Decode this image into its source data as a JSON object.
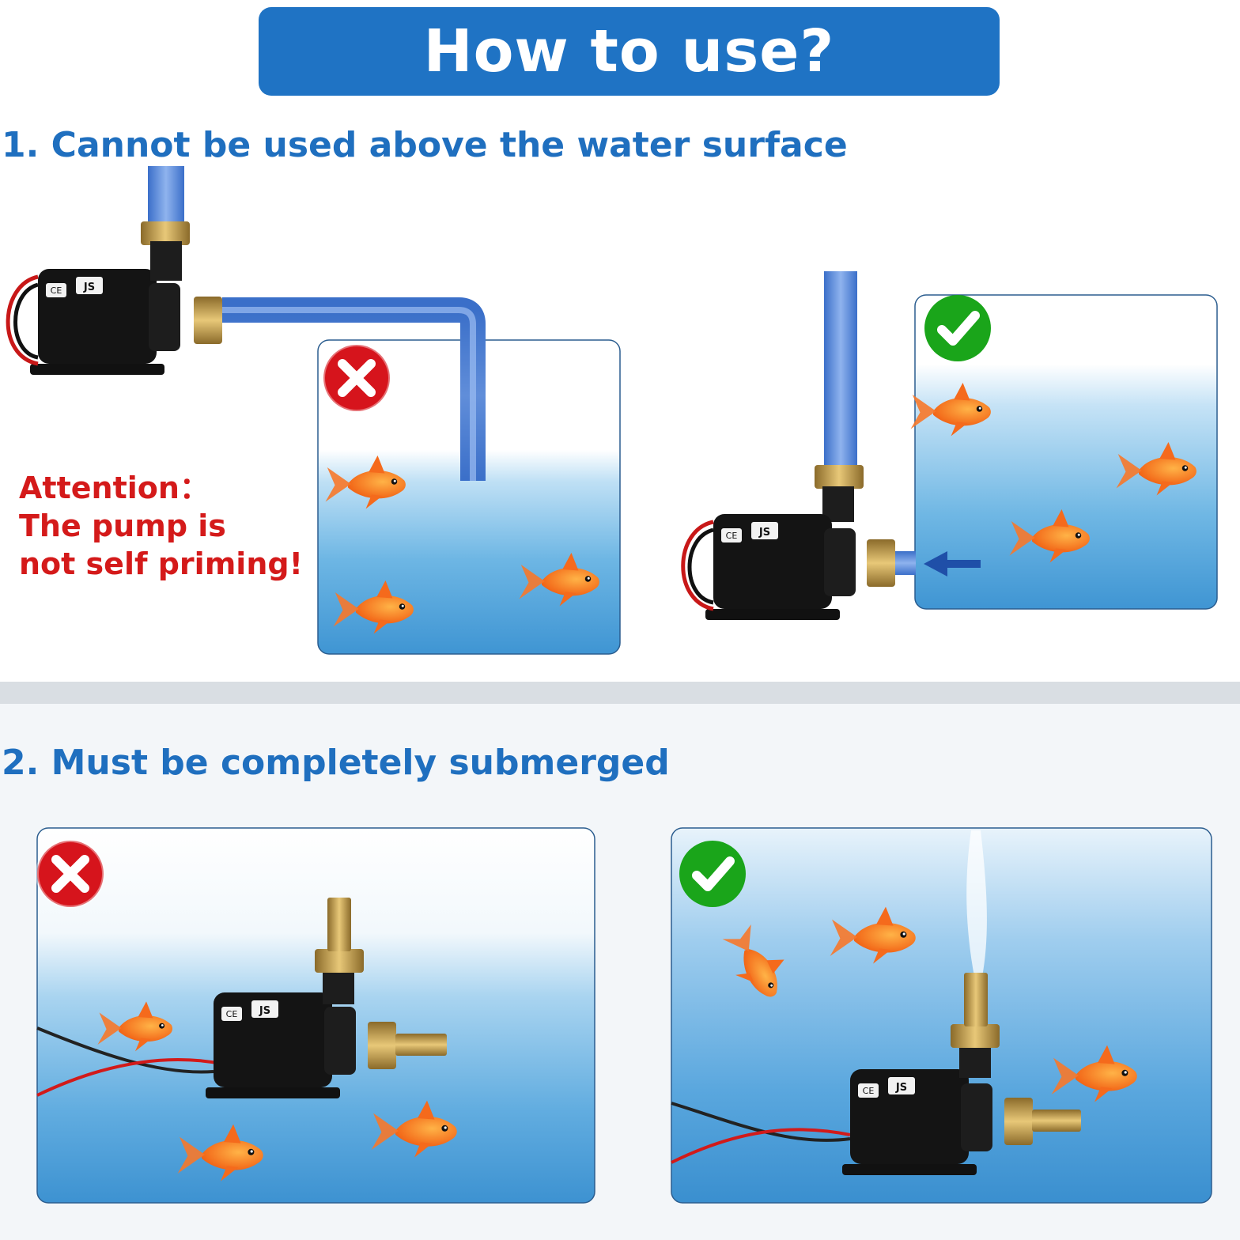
{
  "banner": {
    "title": "How to use?"
  },
  "section1": {
    "heading": "1. Cannot be used above the water surface"
  },
  "attention": {
    "line1": "Attention：",
    "line2": "The pump is",
    "line3": "not self priming!"
  },
  "section2": {
    "heading": "2. Must be completely submerged"
  },
  "pump_label": {
    "ce": "CE",
    "brand": "JS"
  },
  "colors": {
    "brand_blue": "#1f73c4",
    "heading_blue": "#1f6fbf",
    "warning_red": "#d41a1a",
    "wrong_icon": "#d6141c",
    "right_icon": "#1aa51a",
    "water": "#5aa8dc",
    "tube": "#4a7fd6"
  }
}
